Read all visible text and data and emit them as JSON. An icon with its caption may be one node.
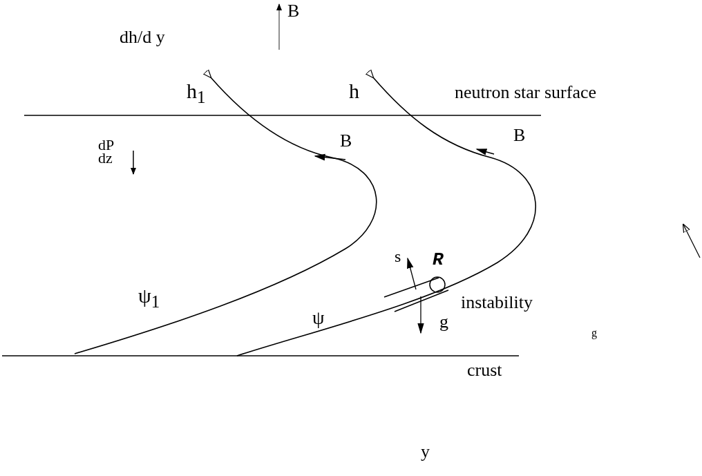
{
  "diagram": {
    "labels": [
      "B",
      "dh/d y",
      "h$_{1}$",
      "h",
      "neutron star surface",
      "B",
      "B",
      "dP dz",
      "s",
      "R",
      "ψ$_{1}$",
      "instability",
      "ψ",
      "g",
      "g",
      "crust",
      "y"
    ]
  }
}
